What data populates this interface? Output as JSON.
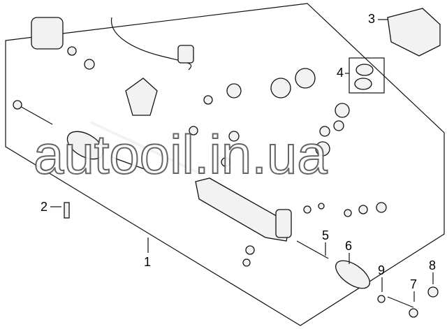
{
  "diagram": {
    "watermark": "autooil.in.ua",
    "callouts": [
      {
        "id": "1",
        "label": "1"
      },
      {
        "id": "2",
        "label": "2"
      },
      {
        "id": "3",
        "label": "3"
      },
      {
        "id": "4",
        "label": "4"
      },
      {
        "id": "5",
        "label": "5"
      },
      {
        "id": "6",
        "label": "6"
      },
      {
        "id": "7",
        "label": "7"
      },
      {
        "id": "8",
        "label": "8"
      },
      {
        "id": "9",
        "label": "9"
      }
    ]
  }
}
